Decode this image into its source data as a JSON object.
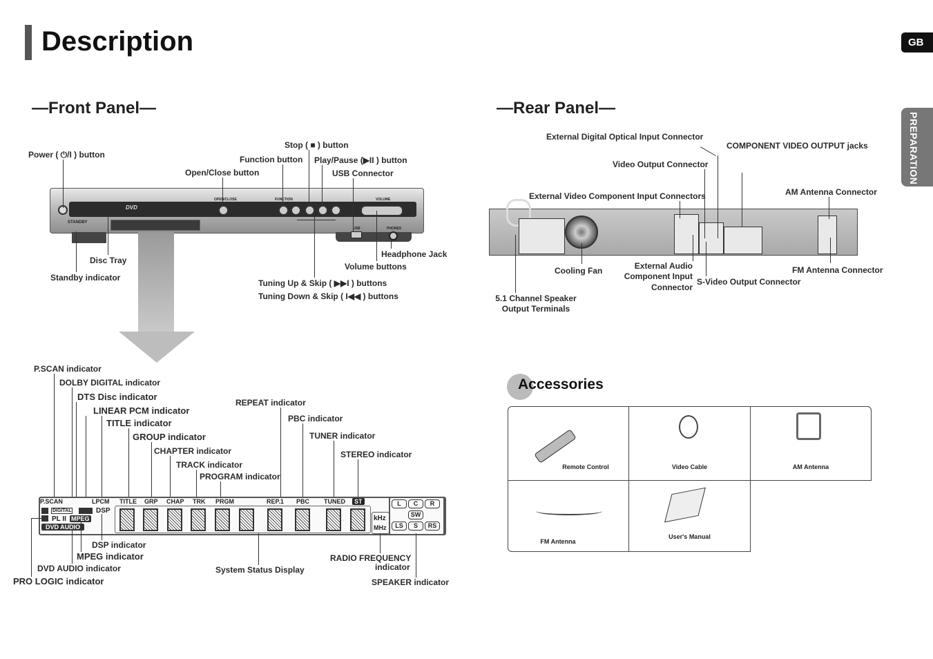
{
  "page": {
    "title": "Description",
    "lang_tab": "GB",
    "side_tab": "PREPARATION"
  },
  "front_panel": {
    "title": "—Front Panel—",
    "labels": {
      "power": "Power ( ⏻/I ) button",
      "stop": "Stop ( ■ ) button",
      "function": "Function button",
      "play_pause": "Play/Pause (▶II ) button",
      "open_close": "Open/Close button",
      "usb": "USB Connector",
      "disc_tray": "Disc Tray",
      "standby": "Standby indicator",
      "headphone": "Headphone Jack",
      "volume": "Volume buttons",
      "tuning_up": "Tuning Up & Skip ( ▶▶I ) buttons",
      "tuning_down": "Tuning Down & Skip ( I◀◀ ) buttons"
    },
    "device_marks": {
      "dvd": "DVD",
      "open_close": "OPEN/CLOSE",
      "function": "FUNCTION",
      "volume": "VOLUME",
      "standby": "STANDBY",
      "usb": "USB",
      "phones": "PHONES"
    }
  },
  "display": {
    "labels": {
      "pscan": "P.SCAN indicator",
      "dolby": "DOLBY DIGITAL indicator",
      "dts": "DTS Disc indicator",
      "lpcm": "LINEAR PCM indicator",
      "title": "TITLE indicator",
      "group": "GROUP indicator",
      "chapter": "CHAPTER indicator",
      "track": "TRACK indicator",
      "program": "PROGRAM indicator",
      "repeat": "REPEAT indicator",
      "pbc": "PBC indicator",
      "tuner": "TUNER indicator",
      "stereo": "STEREO indicator",
      "dsp": "DSP indicator",
      "mpeg": "MPEG indicator",
      "dvd_audio": "DVD AUDIO indicator",
      "pro_logic": "PRO LOGIC indicator",
      "system_status": "System Status Display",
      "radio_freq_1": "RADIO FREQUENCY",
      "radio_freq_2": "indicator",
      "speaker": "SPEAKER indicator"
    },
    "marks": {
      "pscan": "P.SCAN",
      "lpcm": "LPCM",
      "title": "TITLE",
      "grp": "GRP",
      "chap": "CHAP",
      "trk": "TRK",
      "prgm": "PRGM",
      "rep": "REP.1",
      "pbc": "PBC",
      "tuned": "TUNED",
      "st": "ST",
      "digital": "DIGITAL",
      "dsp": "DSP",
      "pl2": "PL II",
      "mpeg": "MPEG",
      "dvd_audio": "DVD AUDIO",
      "khz": "kHz",
      "mhz": "MHz",
      "spk_l": "L",
      "spk_c": "C",
      "spk_r": "R",
      "spk_sw": "SW",
      "spk_ls": "LS",
      "spk_s": "S",
      "spk_rs": "RS"
    }
  },
  "rear_panel": {
    "title": "—Rear Panel—",
    "labels": {
      "optical": "External Digital Optical Input Connector",
      "component_out": "COMPONENT VIDEO OUTPUT jacks",
      "video_out": "Video Output Connector",
      "ext_video_comp": "External Video Component Input Connectors",
      "am_antenna": "AM Antenna Connector",
      "cooling_fan": "Cooling Fan",
      "ext_audio_1": "External Audio",
      "ext_audio_2": "Component Input",
      "ext_audio_3": "Connector",
      "svideo": "S-Video Output Connector",
      "fm_antenna": "FM Antenna Connector",
      "speaker_1": "5.1 Channel Speaker",
      "speaker_2": "Output Terminals"
    }
  },
  "accessories": {
    "title": "Accessories",
    "items": [
      "Remote Control",
      "Video Cable",
      "AM Antenna",
      "FM Antenna",
      "User's Manual"
    ]
  }
}
